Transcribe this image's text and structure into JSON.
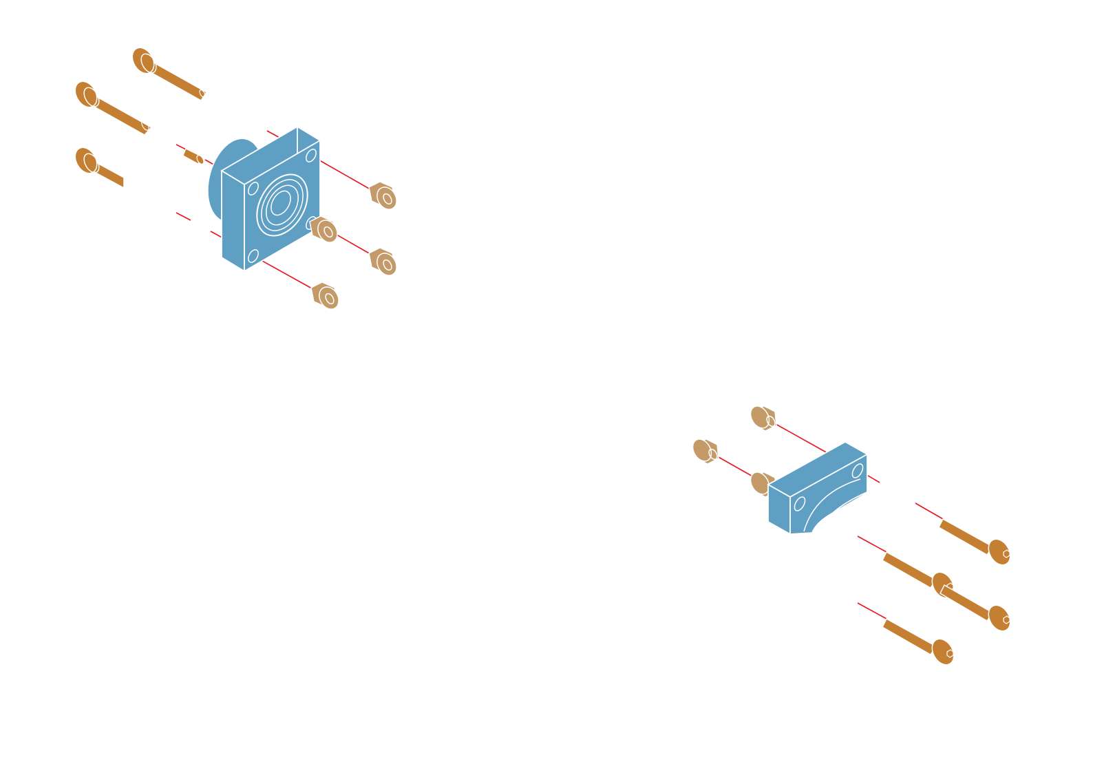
{
  "diagram": {
    "type": "exploded-assembly",
    "view": "isometric",
    "colors": {
      "housing": "#5F9FC3",
      "screw": "#C47F32",
      "nut": "#C49A68",
      "axis_line": "#E8141E",
      "outline": "#FFFFFF",
      "background": "#FFFFFF"
    },
    "assemblies": [
      {
        "name": "square-flange-bearing-housing",
        "housing_count": 1,
        "screw_count": 3,
        "nut_count": 4
      },
      {
        "name": "pillow-block-bearing-housing",
        "housing_count": 1,
        "screw_count": 4,
        "nut_count": 3
      }
    ],
    "icons": [
      "socket-head-screw-icon",
      "hex-nut-icon",
      "bearing-housing-icon"
    ]
  }
}
